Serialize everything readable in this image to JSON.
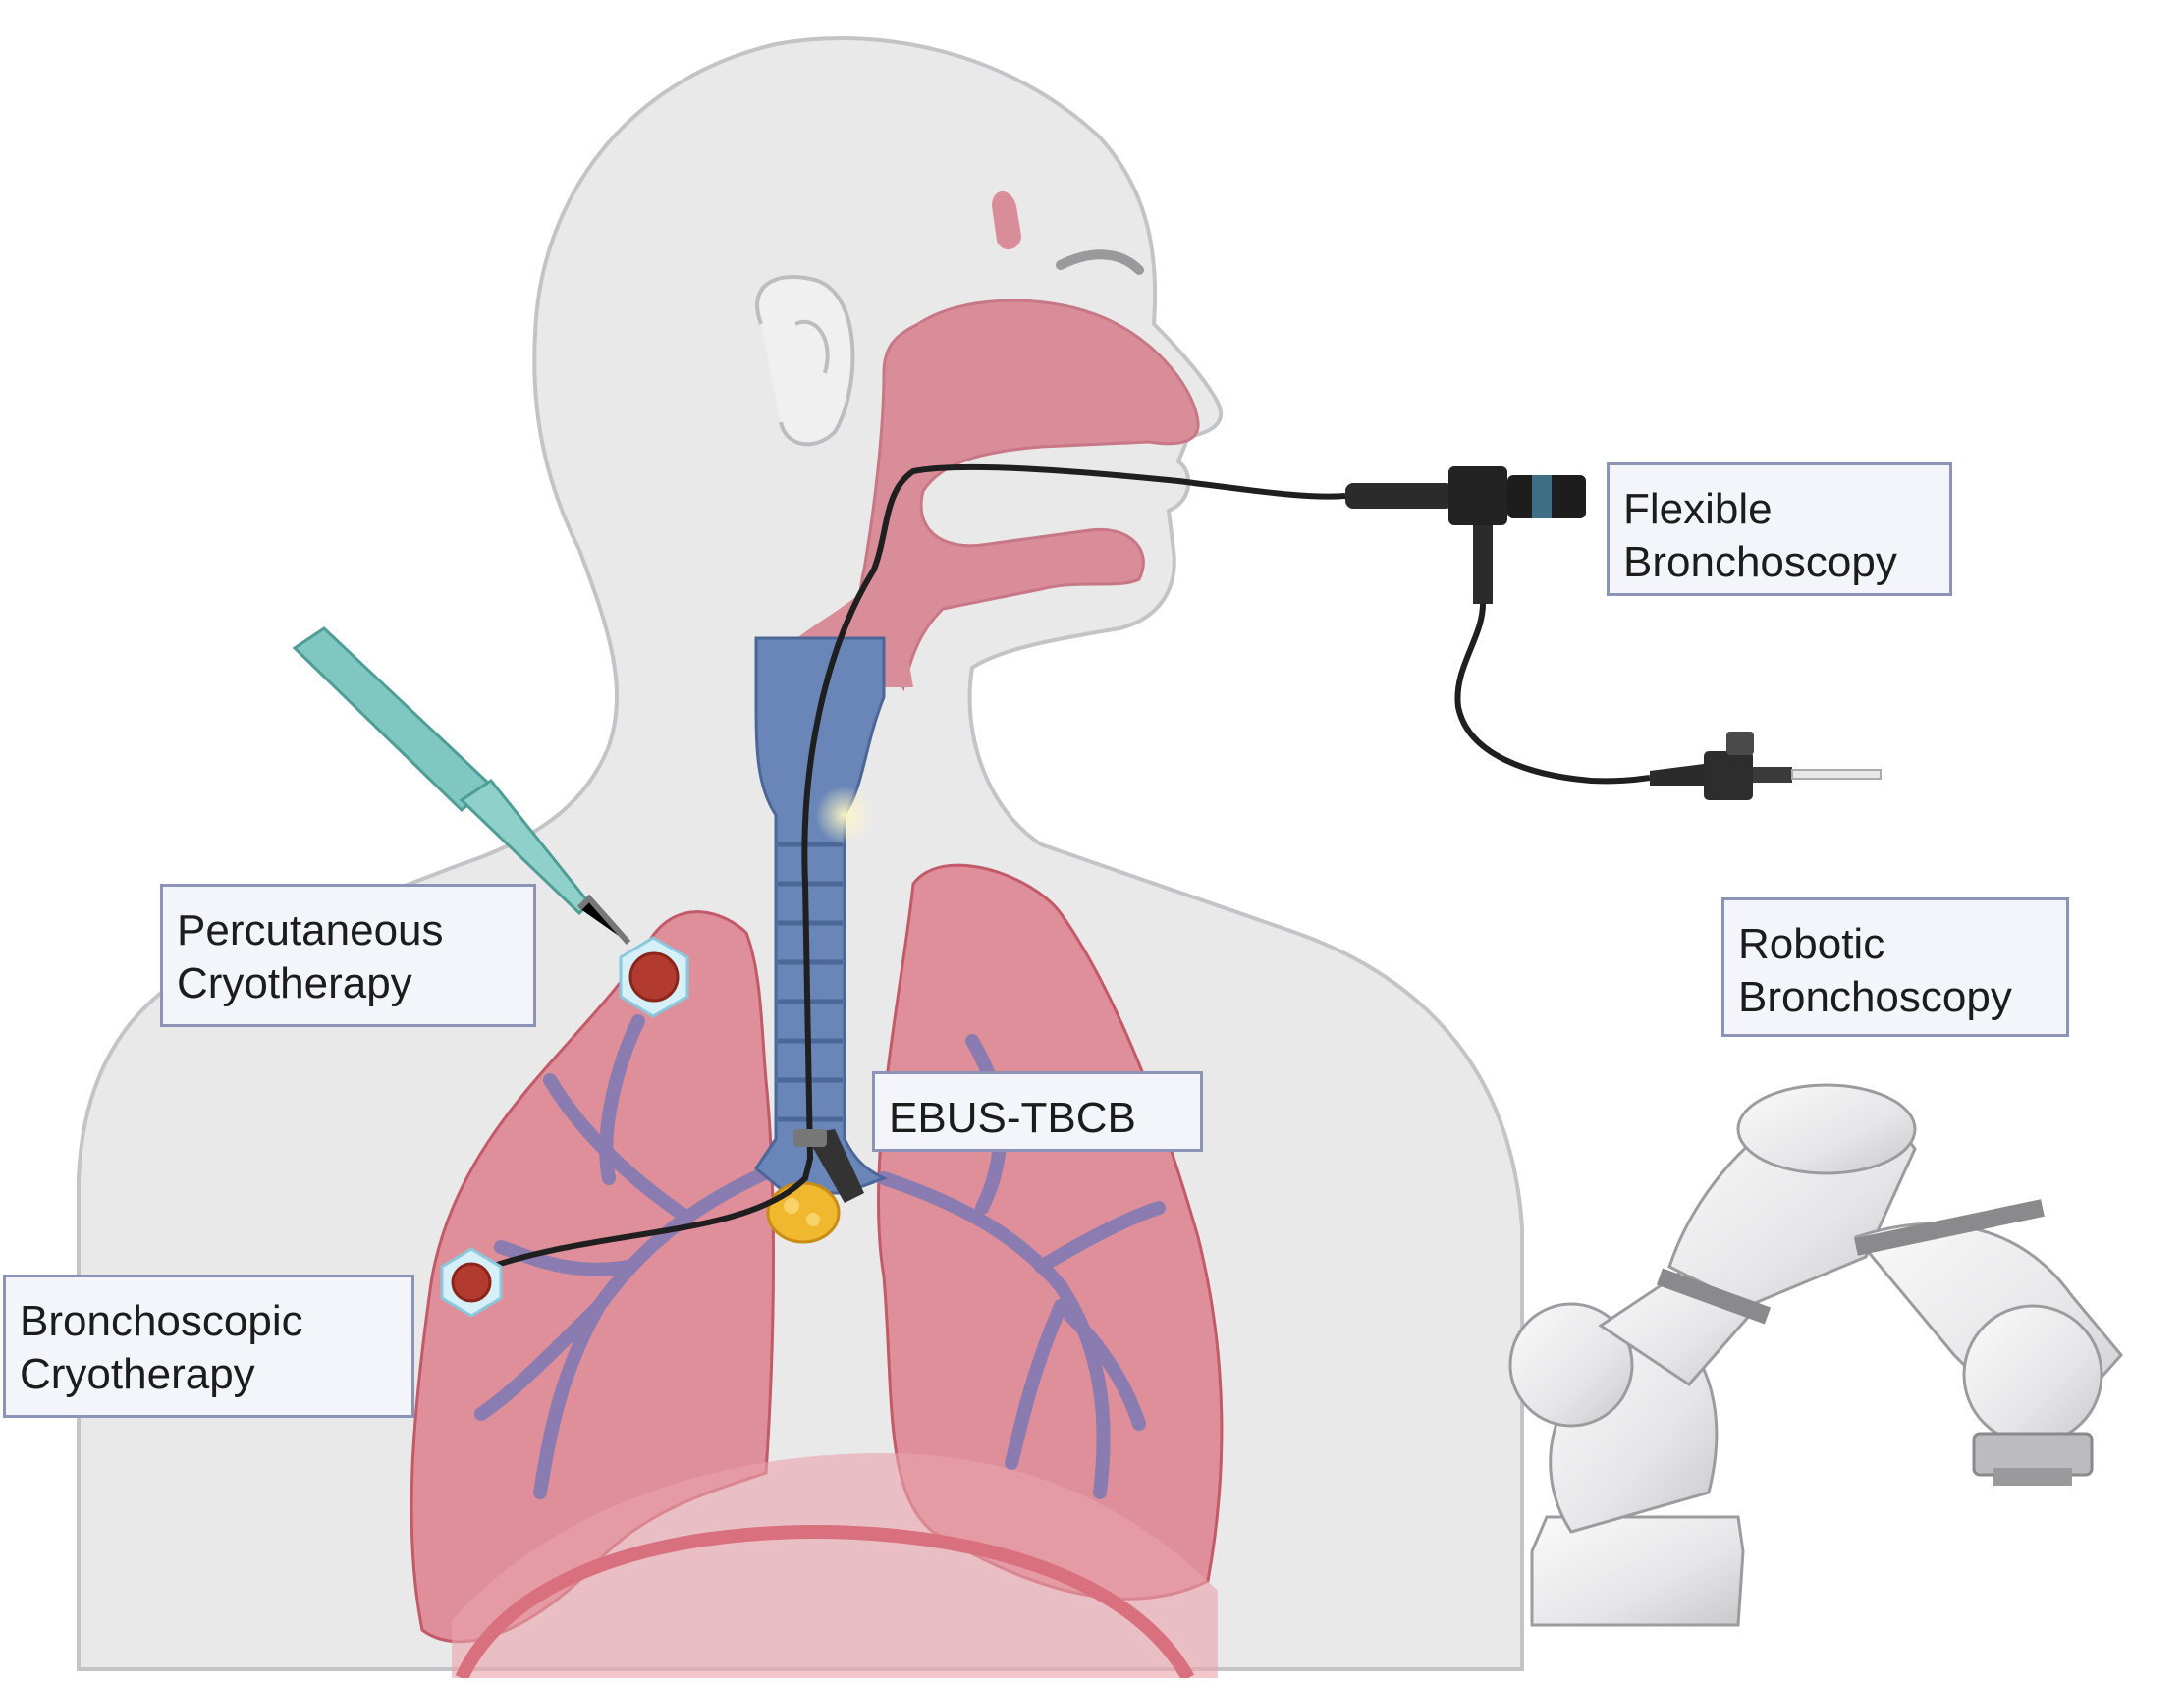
{
  "labels": {
    "flexible": {
      "line1": "Flexible",
      "line2": "Bronchoscopy"
    },
    "robotic": {
      "line1": "Robotic",
      "line2": "Bronchoscopy"
    },
    "percutaneous": {
      "line1": "Percutaneous",
      "line2": "Cryotherapy"
    },
    "ebus": {
      "line1": "EBUS-TBCB"
    },
    "bronchoscopic": {
      "line1": "Bronchoscopic",
      "line2": "Cryotherapy"
    }
  },
  "colors": {
    "body": "#e9e9ea",
    "body_outline": "#c4c4c6",
    "airway": "#d98d98",
    "trachea": "#6a86b8",
    "lung": "#d9707d",
    "bronchi": "#8a7bb0",
    "instrument": "#2b2b2b",
    "needle": "#7fc7c0",
    "tumor": "#b33a2f",
    "node": "#f0b82e",
    "robot": "#e4e4e6",
    "label_bg": "#f4f5fa",
    "label_border": "#8b93b7"
  },
  "icons": [
    "flexible-bronchoscope-icon",
    "robotic-arm-icon",
    "cryoprobe-needle-icon",
    "tumor-icon",
    "lymph-node-icon"
  ]
}
